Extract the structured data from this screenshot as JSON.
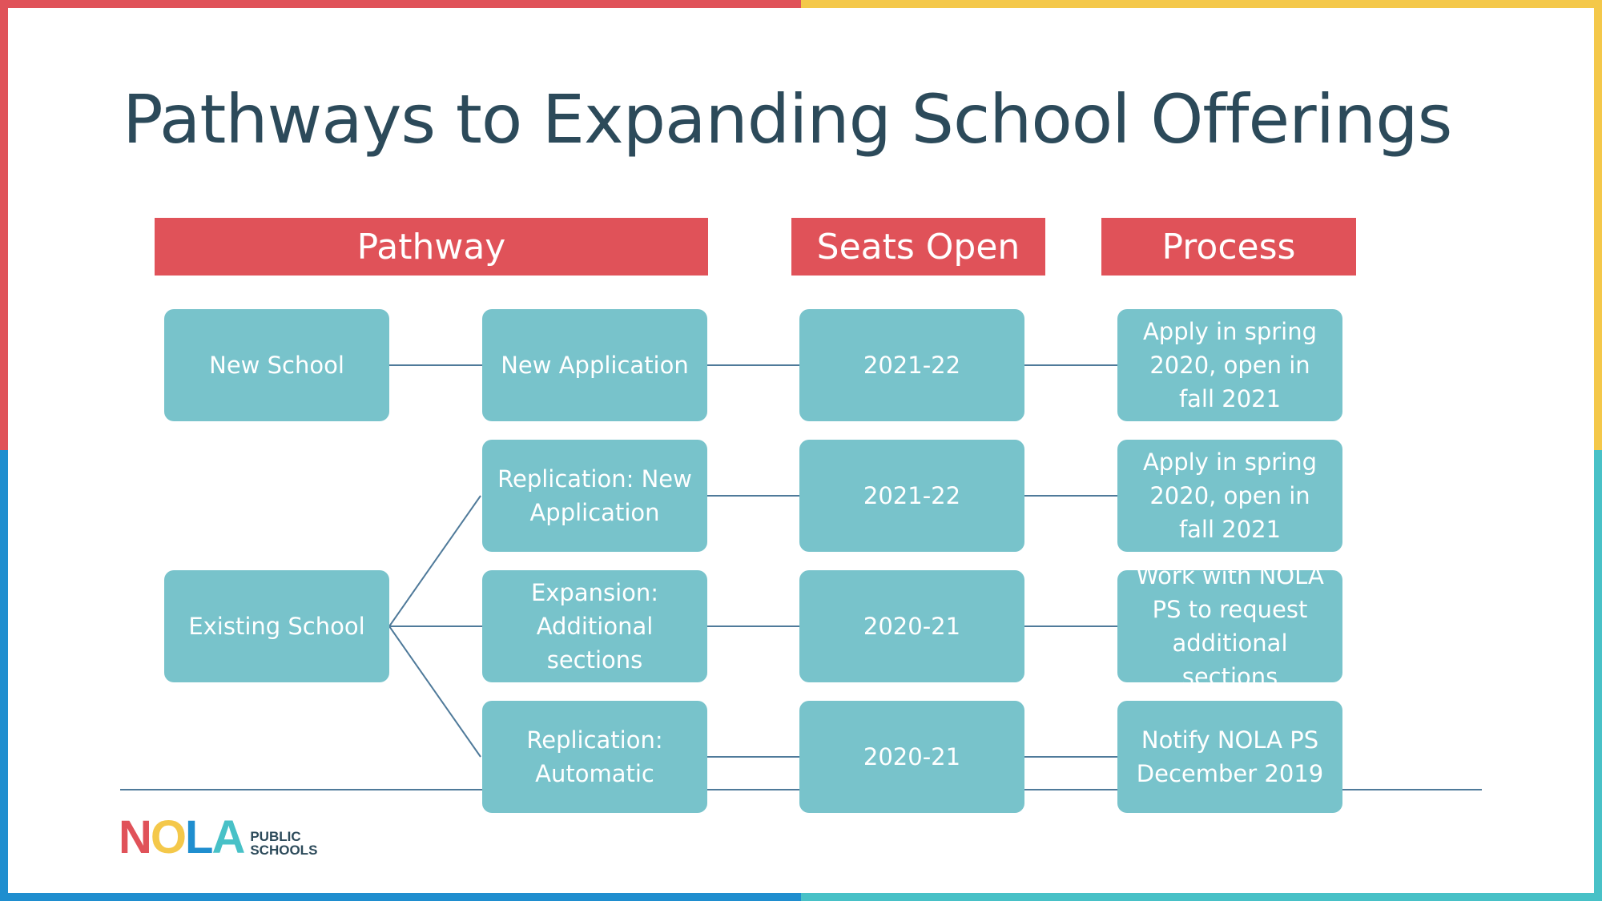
{
  "title": "Pathways to Expanding School Offerings",
  "headers": {
    "pathway": "Pathway",
    "seats_open": "Seats Open",
    "process": "Process"
  },
  "pathway_roots": {
    "new_school": "New School",
    "existing_school": "Existing School"
  },
  "rows": [
    {
      "pathway": "New Application",
      "seats": "2021-22",
      "process": "Apply in spring 2020, open in fall 2021"
    },
    {
      "pathway": "Replication: New Application",
      "seats": "2021-22",
      "process": "Apply in spring 2020, open in fall 2021"
    },
    {
      "pathway": "Expansion: Additional sections",
      "seats": "2020-21",
      "process": "Work with NOLA PS to request additional sections"
    },
    {
      "pathway": "Replication: Automatic",
      "seats": "2020-21",
      "process": "Notify NOLA PS December 2019"
    }
  ],
  "logo": {
    "letters": [
      "N",
      "O",
      "L",
      "A"
    ],
    "line1": "PUBLIC",
    "line2": "SCHOOLS"
  },
  "colors": {
    "header_red": "#e05259",
    "box_teal": "#78c3cb",
    "title_navy": "#2c4a5a",
    "frame_yellow": "#f4c84a",
    "frame_blue": "#1f8ecf",
    "frame_teal": "#48c1c7"
  }
}
